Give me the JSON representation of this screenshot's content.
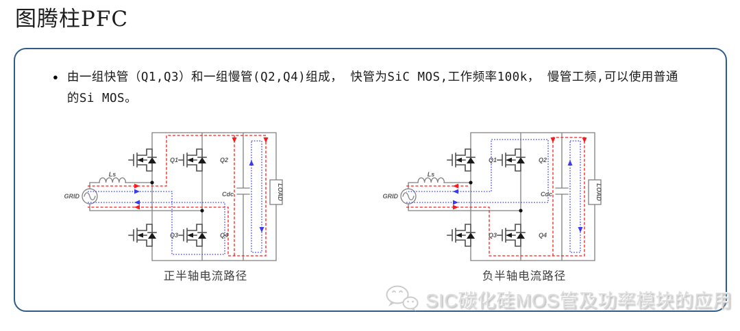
{
  "page": {
    "title": "图腾柱PFC"
  },
  "panel": {
    "bullet_text": "由一组快管（Q1,Q3）和一组慢管(Q2,Q4)组成， 快管为SiC MOS,工作频率100k， 慢管工频,可以使用普通\n的Si MOS。"
  },
  "diagrams": {
    "shared_labels": {
      "grid": "GRID",
      "ls": "Ls",
      "cdc": "Cdc",
      "load": "LOAD",
      "q1": "Q1",
      "q2": "Q2",
      "q3": "Q3",
      "q4": "Q4"
    },
    "left": {
      "caption": "正半轴电流路径"
    },
    "right": {
      "caption": "负半轴电流路径"
    }
  },
  "watermark": {
    "text": "SIC碳化硅MOS管及功率模块的应用",
    "logo": "wechat-icon"
  },
  "colors": {
    "panel_border": "#2e5c8a",
    "circuit_wire": "#7f7f7f",
    "positive_path_red": "#fb1a1a",
    "return_path_blue": "#3a3af0",
    "caption_text": "#3f3f3f",
    "watermark_gray": "#dcdcdc"
  }
}
